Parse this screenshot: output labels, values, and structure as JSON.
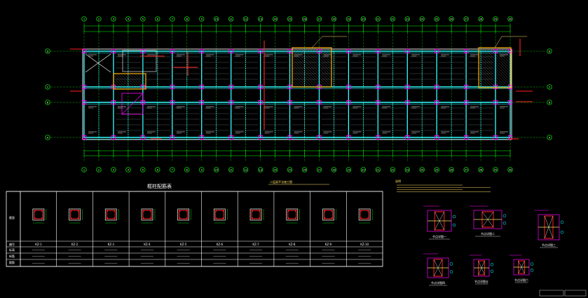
{
  "drawing": {
    "schedule_title": "框柱配筋表",
    "plan_caption": "二层梁平法施工图",
    "colors": {
      "grid": "#00ff00",
      "beam": "#33ffff",
      "column": "#ff00ff",
      "slab": "#ffffff",
      "highlight": "#ffb000",
      "accent_red": "#ff2020",
      "dim": "#00ff00",
      "background": "#000000"
    },
    "axes": {
      "top": [
        "1",
        "2",
        "3",
        "4",
        "5",
        "6",
        "7",
        "8",
        "9",
        "10",
        "11",
        "12",
        "13",
        "14",
        "15",
        "16",
        "17",
        "18",
        "19",
        "20",
        "21",
        "22",
        "23",
        "24",
        "25",
        "26",
        "27",
        "28",
        "29",
        "30"
      ],
      "left": [
        "D",
        "C",
        "B",
        "A"
      ]
    },
    "schedule": {
      "row_labels": [
        "截面",
        "编号",
        "标高",
        "纵筋",
        "箍筋"
      ],
      "columns": [
        {
          "id": "KZ-1"
        },
        {
          "id": "KZ-2"
        },
        {
          "id": "KZ-3"
        },
        {
          "id": "KZ-4"
        },
        {
          "id": "KZ-5"
        },
        {
          "id": "KZ-6"
        },
        {
          "id": "KZ-7"
        },
        {
          "id": "KZ-8"
        },
        {
          "id": "KZ-9"
        },
        {
          "id": "KZ-10"
        }
      ]
    },
    "details": {
      "note_title": "说明",
      "detail_labels": [
        "节点详图一",
        "节点详图二",
        "节点详图三",
        "节点详图四",
        "节点详图五",
        "节点详图六"
      ]
    }
  }
}
